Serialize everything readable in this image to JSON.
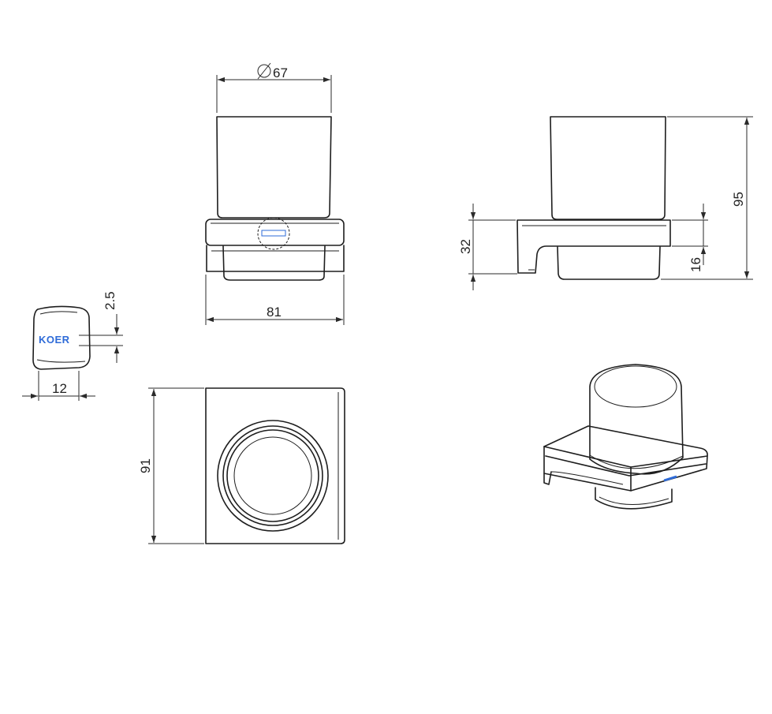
{
  "brand": {
    "logo_text": "KOER",
    "logo_color": "#2e6bd8"
  },
  "line_color": "#1e1e1e",
  "dimensions": {
    "cup_diameter": "67",
    "front_width": "81",
    "logo_height": "2.5",
    "logo_width": "12",
    "top_depth": "91",
    "total_height": "95",
    "bracket_height": "32",
    "cup_drop": "16"
  }
}
